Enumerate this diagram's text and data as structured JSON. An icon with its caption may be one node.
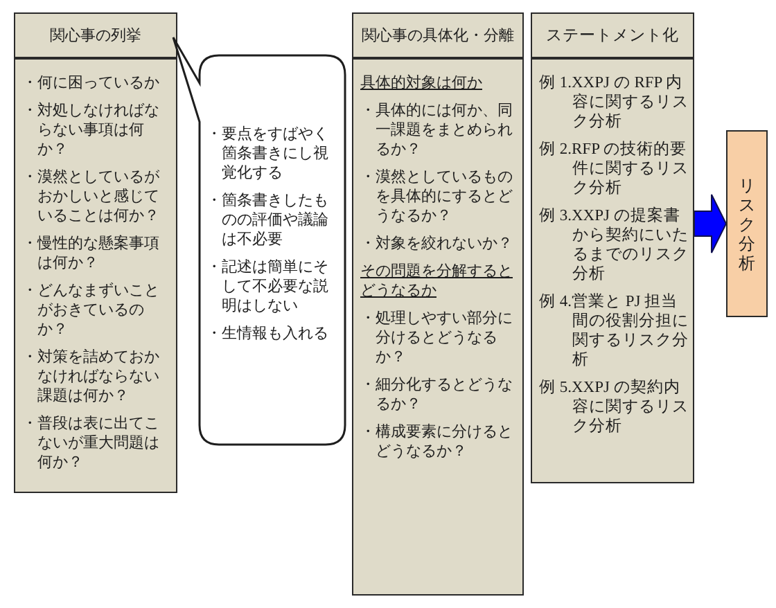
{
  "diagram": {
    "nodes": [
      {
        "text": [
          "関心事の列挙",
          "・何に困っているか",
          "・対処しなければならない事項は何か？",
          "・漠然としているがおかしいと感じていることは何か？",
          "・慢性的な懸案事項は何か？",
          "・どんなまずいことがおきているのか？",
          "・対策を詰めておかなければならない課題は何か？",
          "・普段は表に出てこないが重大問題は何か？"
        ]
      },
      {
        "text": [
          "・要点をすばやく箇条書きにし視覚化する",
          "・箇条書きしたものの評価や議論は不必要",
          "・記述は簡単にそして不必要な説明はしない",
          "・生情報も入れる"
        ]
      },
      {
        "text": [
          "関心事の具体化・分離",
          "具体的対象は何か",
          "・具体的には何か、同一課題をまとめられるか？",
          "・漠然としているものを具体的にするとどうなるか？",
          "・対象を絞れないか？",
          "その問題を分解するとどうなるか",
          "・処理しやすい部分に分けるとどうなるか？",
          "・細分化するとどうなるか？",
          "・構成要素に分けるとどうなるか？"
        ]
      },
      {
        "text": [
          "ステートメント化",
          "例 1.XXPJ の RFP 内容に関するリスク分析",
          "例 2.RFP の技術的要件に関するリスク分析",
          "例 3.XXPJ の提案書から契約にいたるまでのリスク分析",
          "例 4.営業と PJ 担当間の役割分担に関するリスク分析",
          "例 5.XXPJ の契約内容に関するリスク分析"
        ]
      },
      {
        "text": [
          "リスク分析"
        ]
      }
    ],
    "edges": [
      {
        "from": 3,
        "to": 4,
        "arrow": "to",
        "style": "thick",
        "color": "#0000ff"
      }
    ]
  }
}
